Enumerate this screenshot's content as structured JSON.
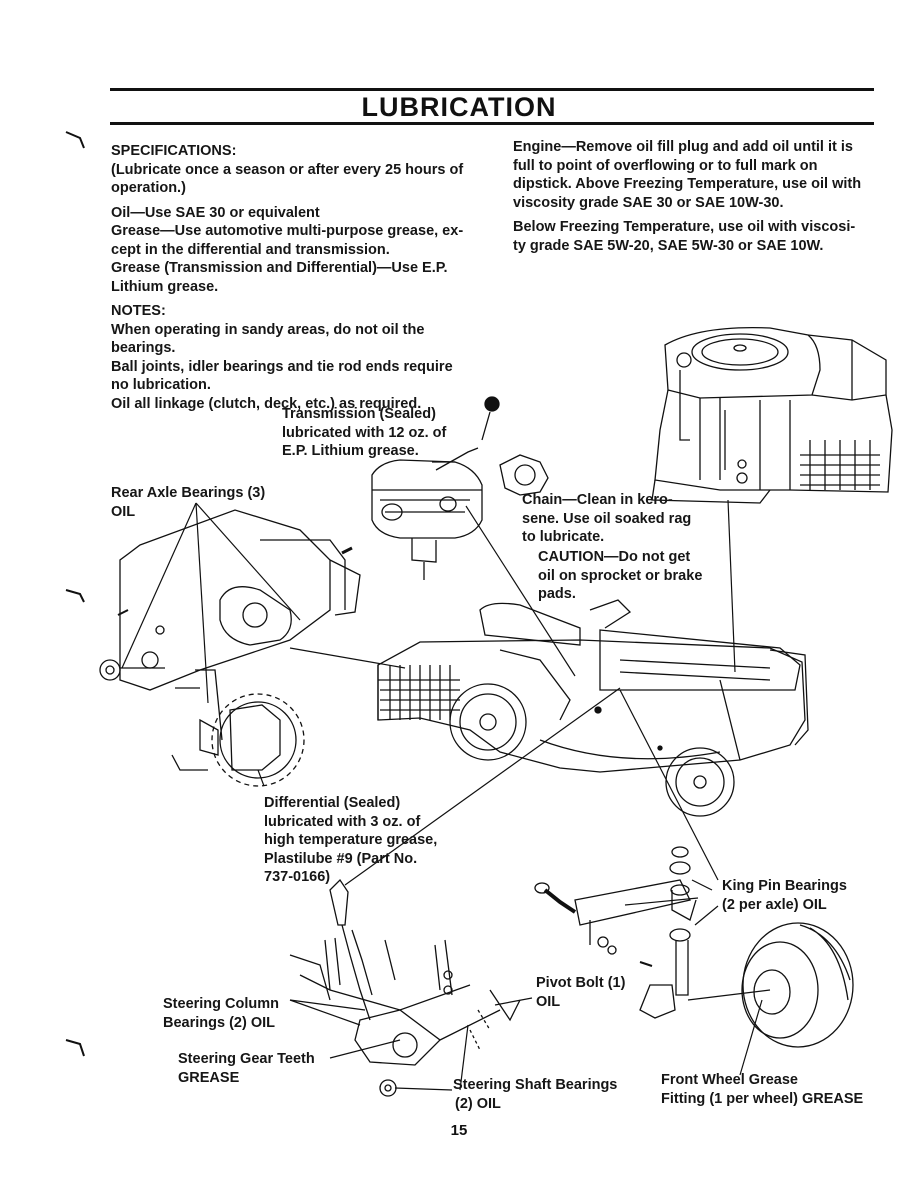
{
  "page": {
    "title": "LUBRICATION",
    "page_number": "15"
  },
  "specs": {
    "heading": "SPECIFICATIONS:",
    "lines": [
      "(Lubricate once a season or after every 25 hours of",
      "operation.)",
      "Oil—Use SAE 30 or equivalent",
      "Grease—Use automotive multi-purpose grease, ex-",
      "cept in the differential and transmission.",
      "Grease (Transmission and Differential)—Use E.P.",
      "Lithium grease."
    ]
  },
  "notes": {
    "heading": "NOTES:",
    "lines": [
      "When operating in sandy areas, do not oil the",
      "bearings.",
      "Ball joints, idler bearings and tie rod ends require",
      "no lubrication.",
      "Oil all linkage (clutch, deck, etc.) as required."
    ]
  },
  "engine": {
    "lines": [
      "Engine—Remove oil fill plug and add oil until it is",
      "full to point of overflowing or to full mark on",
      "dipstick. Above Freezing Temperature, use oil with",
      "viscosity grade SAE 30 or SAE 10W-30."
    ],
    "below_lines": [
      "Below Freezing Temperature, use oil with viscosi-",
      "ty grade SAE 5W-20, SAE 5W-30 or SAE 10W."
    ]
  },
  "callouts": {
    "transmission": [
      "Transmission (Sealed)",
      "lubricated with 12 oz. of",
      "E.P. Lithium grease."
    ],
    "rear_axle": [
      "Rear Axle Bearings (3)",
      "OIL"
    ],
    "chain": [
      "Chain—Clean in kero-",
      "sene. Use oil soaked rag",
      "to lubricate."
    ],
    "caution": [
      "CAUTION—Do not get",
      "oil on sprocket or brake",
      "pads."
    ],
    "differential": [
      "Differential (Sealed)",
      "lubricated with 3 oz. of",
      "high temperature grease,",
      "Plastilube #9 (Part No.",
      "737-0166)"
    ],
    "king_pin": [
      "King Pin Bearings",
      "(2 per axle) OIL"
    ],
    "pivot_bolt": [
      "Pivot Bolt (1)",
      "OIL"
    ],
    "steering_column": [
      "Steering Column",
      "Bearings (2) OIL"
    ],
    "steering_gear": [
      "Steering Gear Teeth",
      "GREASE"
    ],
    "steering_shaft": [
      "Steering Shaft Bearings",
      "(2) OIL"
    ],
    "front_wheel": [
      "Front Wheel Grease",
      "Fitting (1 per wheel) GREASE"
    ]
  }
}
